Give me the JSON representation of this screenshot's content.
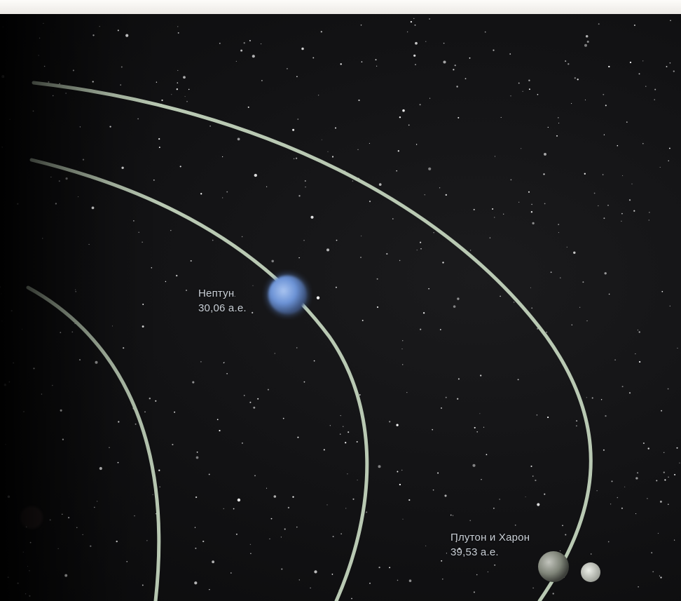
{
  "neptune": {
    "name": "Нептун",
    "distance": "30,06 а.е."
  },
  "pluto": {
    "name": "Плутон и Харон",
    "distance": "39,53 а.е."
  },
  "colors": {
    "space": "#121214",
    "orbit": "#b9c9b3",
    "neptune": "#6c93d6",
    "pluto": "#7f8478",
    "label": "#c9cfd6"
  }
}
